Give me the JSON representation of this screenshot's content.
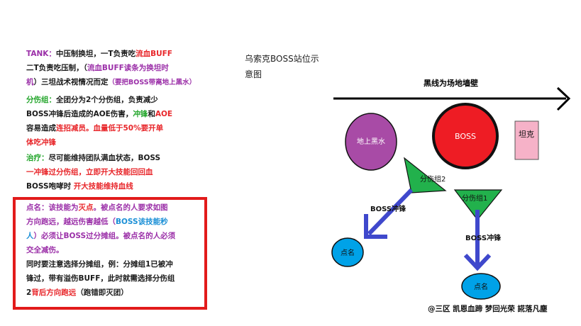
{
  "tank": {
    "l1a": "TANK：",
    "l1b": "中压制换坦，一T负责吃",
    "l1c": "流血BUFF",
    "l2a": "二T负责吃压制，（",
    "l2b": "流血BUFF读条为换坦时",
    "l3a": "机",
    "l3b": "）三坦战术视情况而定",
    "l3c": "（要把BOSS带离地上黑水）"
  },
  "dps": {
    "l1a": "分伤组：",
    "l1b": "全团分为2个分伤组，负责减少",
    "l2a": "BOSS冲锋后造成的AOE伤害，",
    "l2b": "冲锋",
    "l2c": "和",
    "l2d": "AOE",
    "l3a": "容易造成",
    "l3b": "连招减员。",
    "l3c": "血量低于50%要开单",
    "l4": "体吃冲锋"
  },
  "heal": {
    "l1a": "治疗：",
    "l1b": "尽可能维持团队满血状态，BOSS",
    "l2": "一冲锋过分伤组，立即开大技能回回血",
    "l3a": "BOSS咆哮时 ",
    "l3b": "开大技能维持血线"
  },
  "mark": {
    "l1a": "点名：该技能为",
    "l1b": "灭点",
    "l1c": "。被点名的人要求如图",
    "l2a": "方向跑远，越远伤害越低（",
    "l2b": "BOSS该技能秒",
    "l3a": "人",
    "l3b": "）必须让BOSS过分摊组。被点名的人必须",
    "l4": "交全减伤。",
    "l5": "同时要注意选择分摊组，例：分摊组1已被冲",
    "l6": "锋过，带有溢伤BUFF，此时就需选择分伤组",
    "l7a": "2",
    "l7b": "背后方向跑远",
    "l7c": "（跑错即灭团）"
  },
  "title": {
    "line1": "乌索克BOSS站位示",
    "line2": "意图"
  },
  "diagram": {
    "wall_label": "黑线为场地墙壁",
    "puddle_label": "地上黑水",
    "boss_label": "BOSS",
    "tank_label": "坦克",
    "group2_label": "分伤组2",
    "group1_label": "分伤组1",
    "charge_left_label": "BOSS冲锋",
    "charge_down_label": "BOSS冲锋",
    "mark_left_label": "点名",
    "mark_right_label": "点名"
  },
  "credit": "@三区 凯恩血蹄 梦回光荣 誮落凡塵",
  "colors": {
    "puddle": "#a84ba6",
    "boss": "#ee1c24",
    "tank": "#f6b2c8",
    "group": "#22b14c",
    "arrow": "#3f48cc",
    "mark": "#00a2e8",
    "box": "#e21b1b"
  }
}
